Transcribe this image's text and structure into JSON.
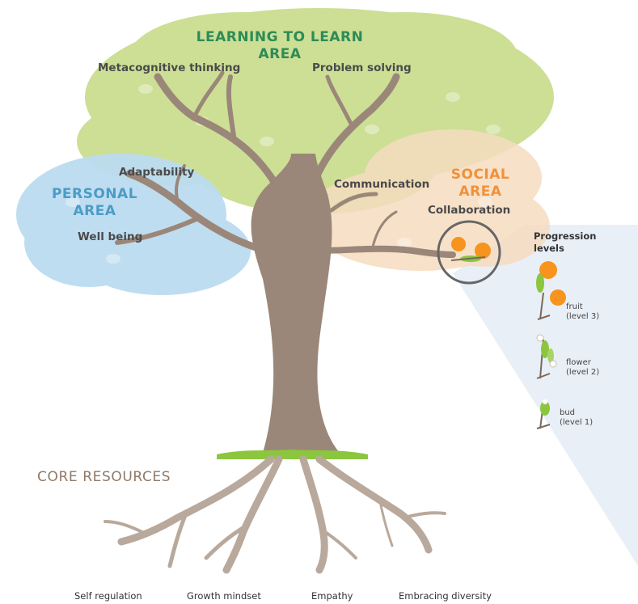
{
  "areas": {
    "learning": {
      "line1": "LEARNING TO LEARN",
      "line2": "AREA",
      "color": "#2e8b57"
    },
    "personal": {
      "line1": "PERSONAL",
      "line2": "AREA",
      "color": "#4a9cc7"
    },
    "social": {
      "line1": "SOCIAL",
      "line2": "AREA",
      "color": "#f0913a"
    }
  },
  "competences": {
    "metacognitive": "Metacognitive thinking",
    "problem_solving": "Problem solving",
    "adaptability": "Adaptability",
    "well_being": "Well being",
    "communication": "Communication",
    "collaboration": "Collaboration"
  },
  "core_resources": {
    "title": "CORE RESOURCES",
    "items": [
      "Self regulation",
      "Growth mindset",
      "Empathy",
      "Embracing diversity"
    ]
  },
  "progression": {
    "title_line1": "Progression",
    "title_line2": "levels",
    "levels": [
      {
        "name": "fruit",
        "level": "(level 3)"
      },
      {
        "name": "flower",
        "level": "(level 2)"
      },
      {
        "name": "bud",
        "level": "(level 1)"
      }
    ]
  },
  "colors": {
    "trunk": "#9b8779",
    "learning_leaves": "#c7dc8a",
    "personal_leaves": "#bcdcf0",
    "social_leaves": "#f6dcc0",
    "grass": "#8cc63f",
    "fruit": "#f7941d",
    "panel": "#e9eff7"
  }
}
